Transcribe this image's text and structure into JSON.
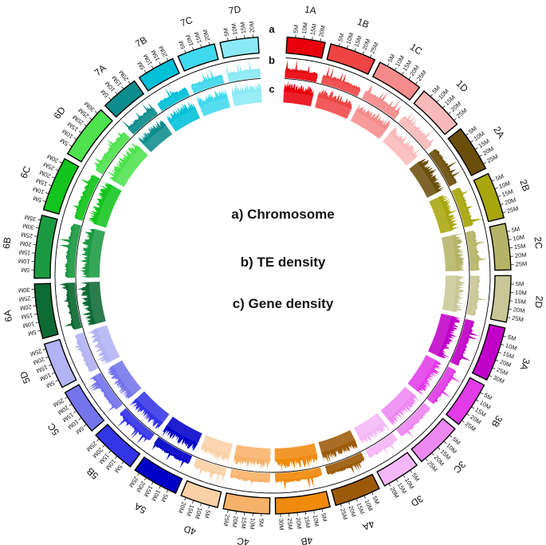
{
  "legend": [
    {
      "letter": "a",
      "text": "a) Chromosome"
    },
    {
      "letter": "b",
      "text": "b) TE density"
    },
    {
      "letter": "c",
      "text": "c) Gene density"
    }
  ],
  "tick_format": "{n}M",
  "chromosomes": [
    {
      "name": "1A",
      "color": "#e8000b",
      "ticks": [
        5,
        10,
        15,
        20
      ]
    },
    {
      "name": "1B",
      "color": "#ef4444",
      "ticks": [
        5,
        10,
        15,
        20,
        25
      ]
    },
    {
      "name": "1C",
      "color": "#f58b8b",
      "ticks": [
        5,
        10,
        15,
        20,
        25
      ]
    },
    {
      "name": "1D",
      "color": "#f9b9b9",
      "ticks": [
        5,
        10,
        15,
        20,
        25
      ]
    },
    {
      "name": "2A",
      "color": "#6b4e0a",
      "ticks": [
        5,
        10,
        15,
        20,
        25
      ]
    },
    {
      "name": "2B",
      "color": "#a9a50c",
      "ticks": [
        5,
        10,
        15,
        20,
        25
      ]
    },
    {
      "name": "2C",
      "color": "#b5b466",
      "ticks": [
        5,
        10,
        15,
        20,
        25
      ]
    },
    {
      "name": "2D",
      "color": "#c9c796",
      "ticks": [
        5,
        10,
        15,
        20,
        25
      ]
    },
    {
      "name": "3A",
      "color": "#c000c8",
      "ticks": [
        5,
        10,
        15,
        20,
        25,
        30
      ]
    },
    {
      "name": "3B",
      "color": "#e23be8",
      "ticks": [
        5,
        10,
        15,
        20,
        25
      ]
    },
    {
      "name": "3C",
      "color": "#ee88f1",
      "ticks": [
        5,
        10,
        15,
        20,
        25
      ]
    },
    {
      "name": "3D",
      "color": "#f4b6f6",
      "ticks": [
        5,
        10,
        15,
        20
      ]
    },
    {
      "name": "4A",
      "color": "#9c5a08",
      "ticks": [
        5,
        10,
        15,
        20,
        25
      ]
    },
    {
      "name": "4B",
      "color": "#f08a0c",
      "ticks": [
        5,
        10,
        15,
        20,
        25,
        30
      ]
    },
    {
      "name": "4C",
      "color": "#f7b26a",
      "ticks": [
        5,
        10,
        15,
        20,
        25
      ]
    },
    {
      "name": "4D",
      "color": "#fad0a6",
      "ticks": [
        5,
        10,
        15,
        20
      ]
    },
    {
      "name": "5A",
      "color": "#0000c8",
      "ticks": [
        5,
        10,
        15,
        20,
        25
      ]
    },
    {
      "name": "5B",
      "color": "#3434e8",
      "ticks": [
        5,
        10,
        15,
        20,
        25
      ]
    },
    {
      "name": "5C",
      "color": "#7474ec",
      "ticks": [
        5,
        10,
        15,
        20,
        25
      ]
    },
    {
      "name": "5D",
      "color": "#b2b2f4",
      "ticks": [
        5,
        10,
        15,
        20,
        25
      ]
    },
    {
      "name": "6A",
      "color": "#0d6a32",
      "ticks": [
        5,
        10,
        15,
        20,
        25,
        30
      ]
    },
    {
      "name": "6B",
      "color": "#1b9a42",
      "ticks": [
        5,
        10,
        15,
        20,
        25,
        30,
        35
      ]
    },
    {
      "name": "6C",
      "color": "#12c41c",
      "ticks": [
        5,
        10,
        15,
        20,
        25,
        30
      ]
    },
    {
      "name": "6D",
      "color": "#4ee24e",
      "ticks": [
        5,
        10,
        15,
        20,
        25,
        30
      ]
    },
    {
      "name": "7A",
      "color": "#0c8c8c",
      "ticks": [
        5,
        10,
        15,
        20
      ]
    },
    {
      "name": "7B",
      "color": "#00c0d8",
      "ticks": [
        5,
        10,
        15,
        20
      ]
    },
    {
      "name": "7C",
      "color": "#3fd8ec",
      "ticks": [
        5,
        10,
        15,
        20
      ]
    },
    {
      "name": "7D",
      "color": "#8ae9f5",
      "ticks": [
        5,
        10,
        15,
        20
      ]
    }
  ]
}
